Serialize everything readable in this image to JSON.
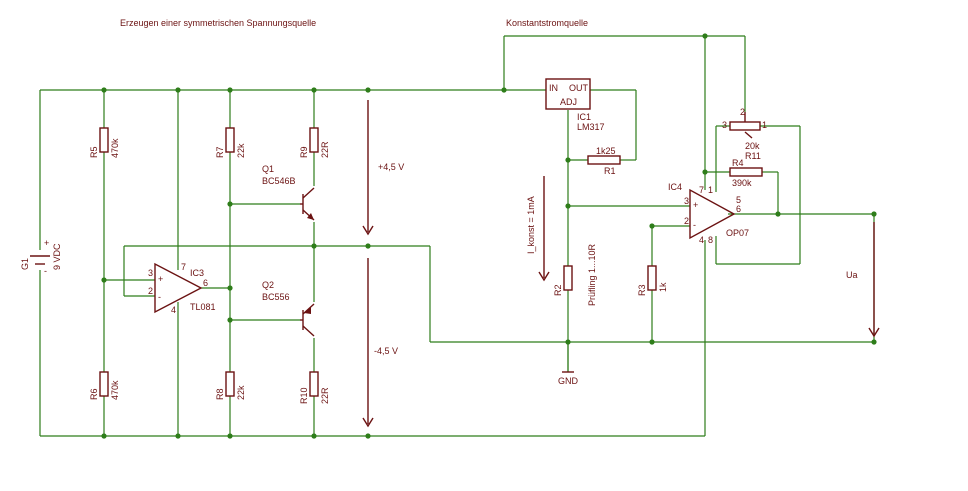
{
  "titles": {
    "left": "Erzeugen einer symmetrischen Spannungsquelle",
    "right": "Konstantstromquelle"
  },
  "components": {
    "G1": {
      "name": "G1",
      "value": "9 VDC"
    },
    "R5": {
      "name": "R5",
      "value": "470k"
    },
    "R6": {
      "name": "R6",
      "value": "470k"
    },
    "R7": {
      "name": "R7",
      "value": "22k"
    },
    "R8": {
      "name": "R8",
      "value": "22k"
    },
    "R9": {
      "name": "R9",
      "value": "22R"
    },
    "R10": {
      "name": "R10",
      "value": "22R"
    },
    "Q1": {
      "name": "Q1",
      "value": "BC546B"
    },
    "Q2": {
      "name": "Q2",
      "value": "BC556"
    },
    "IC3": {
      "name": "IC3",
      "value": "TL081"
    },
    "IC1": {
      "name": "IC1",
      "value": "LM317",
      "pin_in": "IN",
      "pin_out": "OUT",
      "pin_adj": "ADJ"
    },
    "R1": {
      "name": "R1",
      "value": "1k25"
    },
    "R2": {
      "name": "R2",
      "value": "Prüfling 1...10R"
    },
    "R3": {
      "name": "R3",
      "value": "1k"
    },
    "R4": {
      "name": "R4",
      "value": "390k"
    },
    "R11": {
      "name": "R11",
      "value": "20k"
    },
    "IC4": {
      "name": "IC4",
      "value": "OP07"
    }
  },
  "annotations": {
    "plus_voltage": "+4,5 V",
    "minus_voltage": "-4,5 V",
    "current": "I_konst = 1mA",
    "ground": "GND",
    "output": "Ua"
  },
  "pins": {
    "ic3_p3": "3",
    "ic3_p2": "2",
    "ic3_p6": "6",
    "ic3_p7": "7",
    "ic3_p4": "4",
    "ic4_p3": "3",
    "ic4_p2": "2",
    "ic4_p6": "6",
    "ic4_p7": "7",
    "ic4_p4": "4",
    "ic4_p1": "1",
    "ic4_p5": "5",
    "ic4_p8": "8",
    "r11_p1": "1",
    "r11_p2": "2",
    "r11_p3": "3",
    "plus": "+",
    "minus": "-"
  },
  "colors": {
    "wire": "#2e7d1a",
    "part": "#6b1212",
    "text": "#6b1212"
  }
}
